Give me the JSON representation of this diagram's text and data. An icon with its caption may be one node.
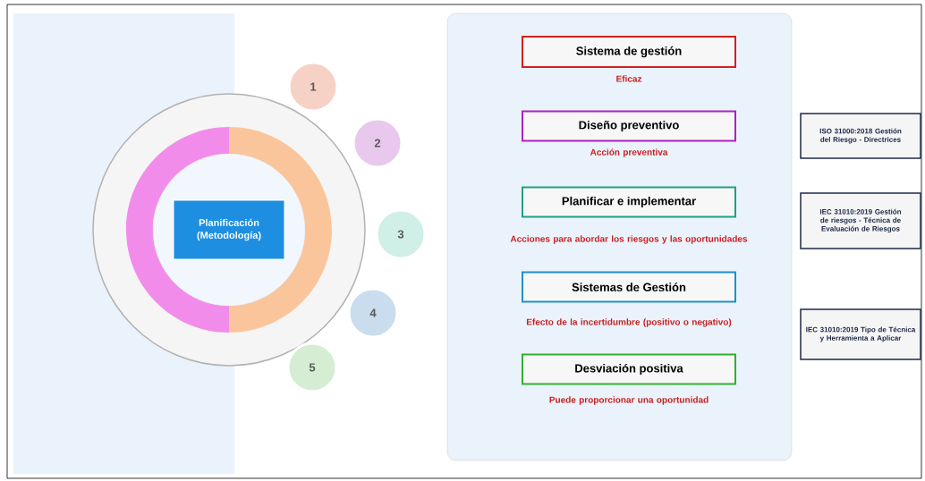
{
  "diagram": {
    "nodes": [
      {
        "text": [
          "Planificación (Metodología)"
        ]
      },
      {
        "text": [
          "1"
        ]
      },
      {
        "text": [
          "2"
        ]
      },
      {
        "text": [
          "3"
        ]
      },
      {
        "text": [
          "4"
        ]
      },
      {
        "text": [
          "5"
        ]
      },
      {
        "text": [
          "Sistema de gestión"
        ],
        "beside": [
          "Eficaz"
        ]
      },
      {
        "text": [
          "Diseño preventivo"
        ],
        "beside": [
          "Acción preventiva"
        ]
      },
      {
        "text": [
          "Planificar e implementar"
        ],
        "beside": [
          "Acciones para abordar los riesgos y las oportunidades"
        ]
      },
      {
        "text": [
          "Sistemas de Gestión"
        ],
        "beside": [
          "Efecto de la incertidumbre (positivo o negativo)"
        ]
      },
      {
        "text": [
          "Desviación positiva"
        ],
        "beside": [
          "Puede proporcionar una oportunidad"
        ]
      },
      {
        "text": [
          "ISO 31000:2018 Gestión del Riesgo - Directrices"
        ]
      },
      {
        "text": [
          "IEC 31010:2019 Gestión de riesgos - Técnica de Evaluación de Riesgos"
        ]
      },
      {
        "text": [
          "IEC 31010:2019 Tipo de Técnica y Herramienta a Aplicar"
        ]
      }
    ]
  }
}
